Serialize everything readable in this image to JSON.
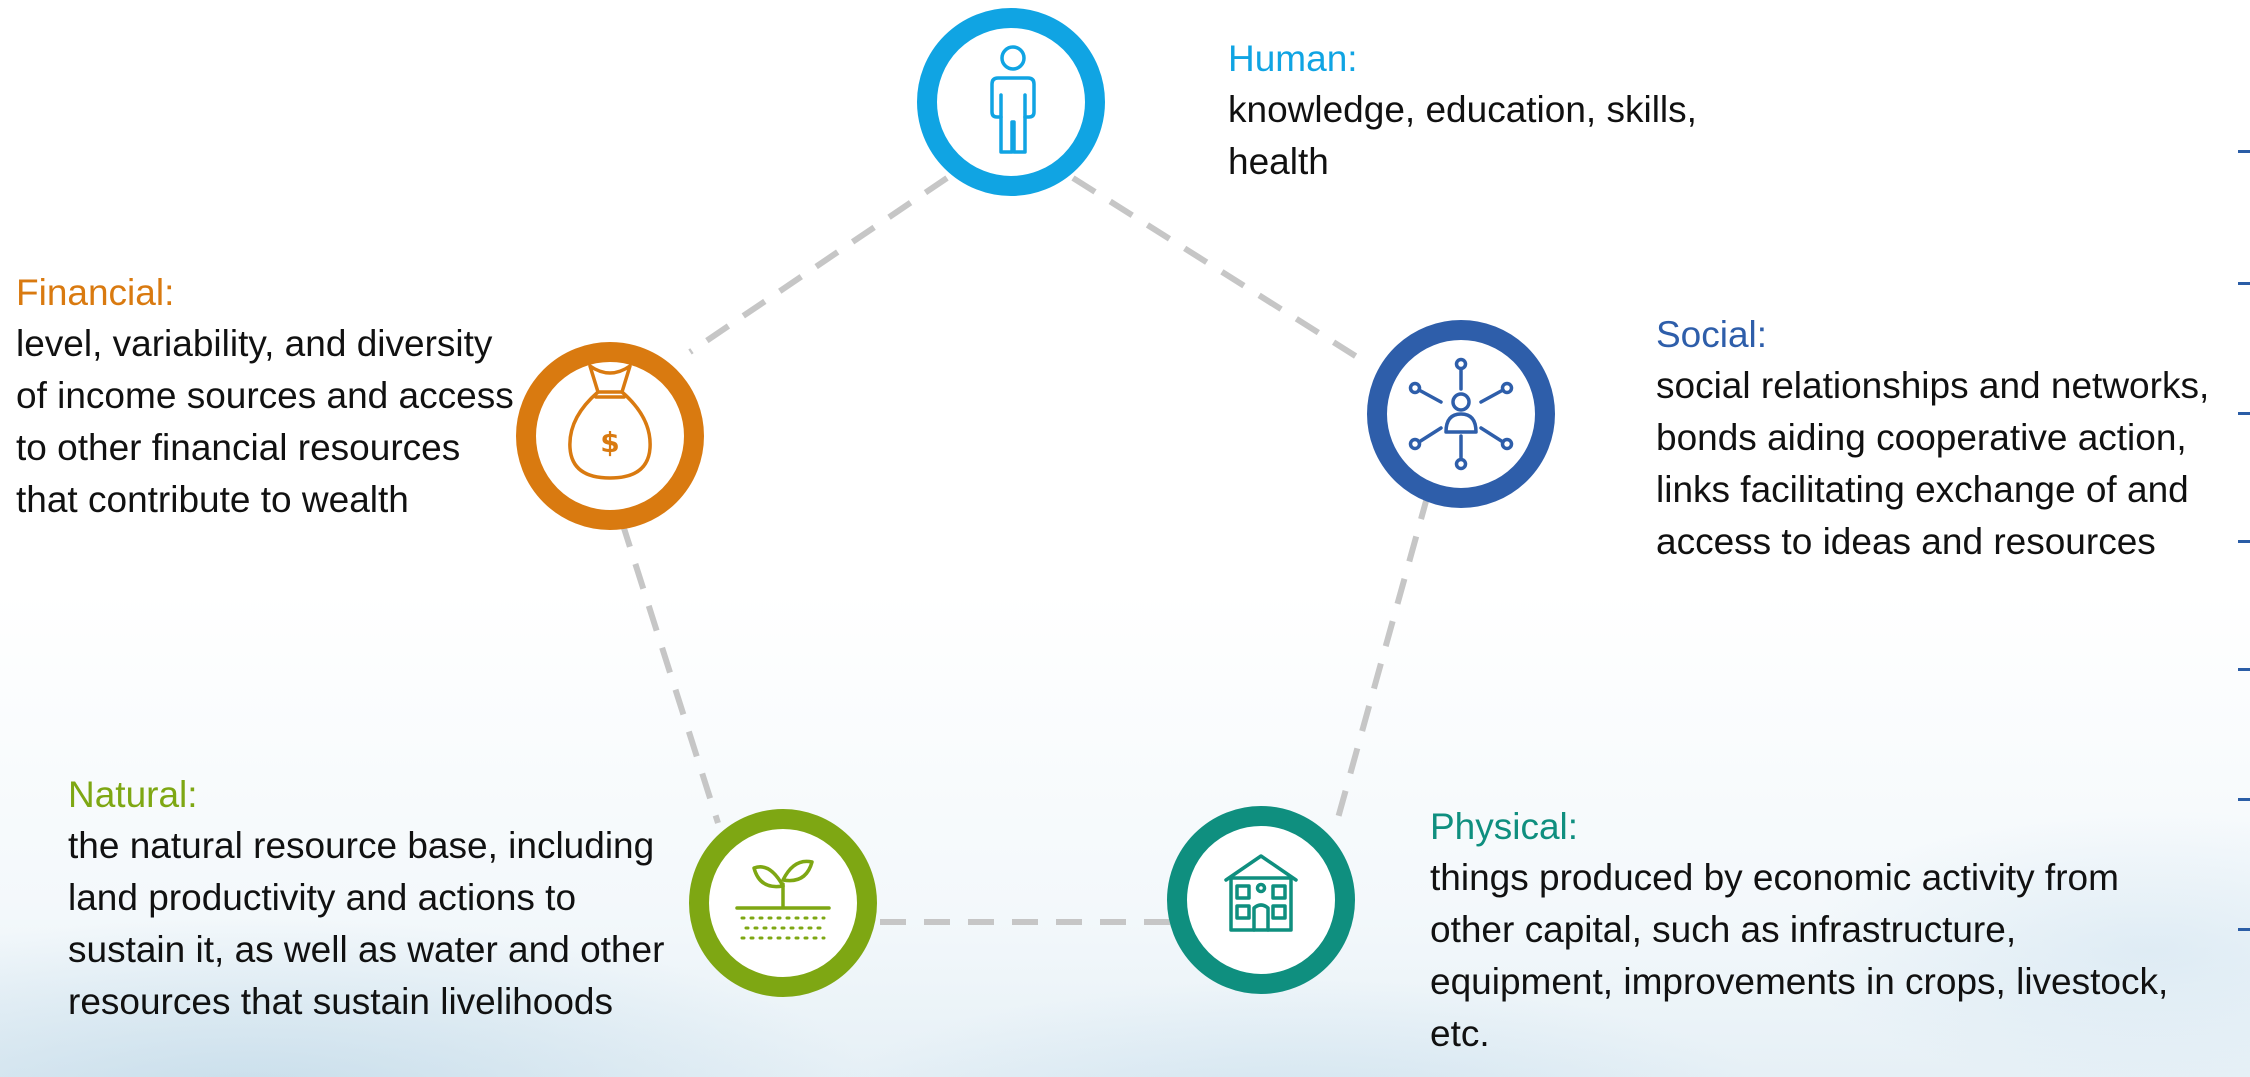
{
  "colors": {
    "human": "#10a4e3",
    "financial": "#d97a10",
    "social": "#2e5eaa",
    "natural": "#7ea713",
    "physical": "#0f8f7f",
    "connector": "#c6c6c6",
    "body_text": "#111111"
  },
  "capitals": [
    {
      "id": "human",
      "title": "Human:",
      "description": "knowledge, education, skills, health",
      "icon": "person-icon",
      "color": "#10a4e3"
    },
    {
      "id": "financial",
      "title": "Financial:",
      "description": "level, variability, and diversity of income sources and access to other financial resources that contribute to wealth",
      "icon": "money-bag-icon",
      "color": "#d97a10"
    },
    {
      "id": "social",
      "title": "Social:",
      "description": "social relationships and networks, bonds aiding cooperative action, links facilitating exchange of and access to ideas and resources",
      "icon": "network-icon",
      "color": "#2e5eaa"
    },
    {
      "id": "natural",
      "title": "Natural:",
      "description": "the natural resource base, including land productivity and actions to sustain it, as well as water and other resources that sustain livelihoods",
      "icon": "sprout-icon",
      "color": "#7ea713"
    },
    {
      "id": "physical",
      "title": "Physical:",
      "description": "things produced by economic activity from other capital, such as infrastructure, equipment, improvements in crops, livestock, etc.",
      "icon": "house-icon",
      "color": "#0f8f7f"
    }
  ]
}
